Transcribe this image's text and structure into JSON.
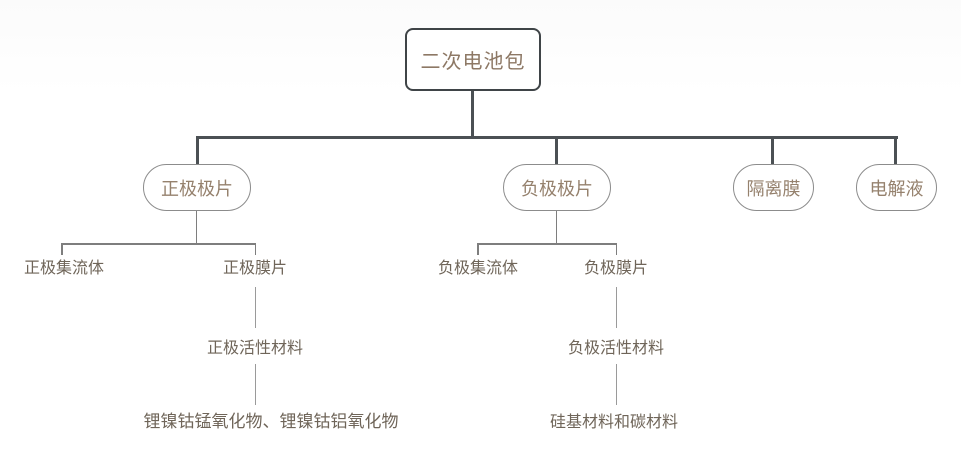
{
  "nodes": {
    "root": {
      "label": "二次电池包"
    },
    "positive_sheet": {
      "label": "正极极片"
    },
    "negative_sheet": {
      "label": "负极极片"
    },
    "separator": {
      "label": "隔离膜"
    },
    "electrolyte": {
      "label": "电解液"
    },
    "positive_collector": {
      "label": "正极集流体"
    },
    "positive_membrane": {
      "label": "正极膜片"
    },
    "positive_active_material": {
      "label": "正极活性材料"
    },
    "positive_material_examples": {
      "label": "锂镍钴锰氧化物、锂镍钴铝氧化物"
    },
    "negative_collector": {
      "label": "负极集流体"
    },
    "negative_membrane": {
      "label": "负极膜片"
    },
    "negative_active_material": {
      "label": "负极活性材料"
    },
    "negative_material_examples": {
      "label": "硅基材料和碳材料"
    }
  },
  "hierarchy": {
    "二次电池包": [
      "正极极片",
      "负极极片",
      "隔离膜",
      "电解液"
    ],
    "正极极片": [
      "正极集流体",
      "正极膜片"
    ],
    "正极膜片": [
      "正极活性材料"
    ],
    "正极活性材料": [
      "锂镍钴锰氧化物、锂镍钴铝氧化物"
    ],
    "负极极片": [
      "负极集流体",
      "负极膜片"
    ],
    "负极膜片": [
      "负极活性材料"
    ],
    "负极活性材料": [
      "硅基材料和碳材料"
    ]
  },
  "colors": {
    "primary_line": "#4b5054",
    "secondary_line": "#7e7e7e",
    "tertiary_line": "#9a9a9a",
    "root_border": "#3f4447",
    "shape_border": "#8c8c8c",
    "shape_text": "#95816d",
    "label_text": "#6f6559",
    "background": "#ffffff"
  }
}
